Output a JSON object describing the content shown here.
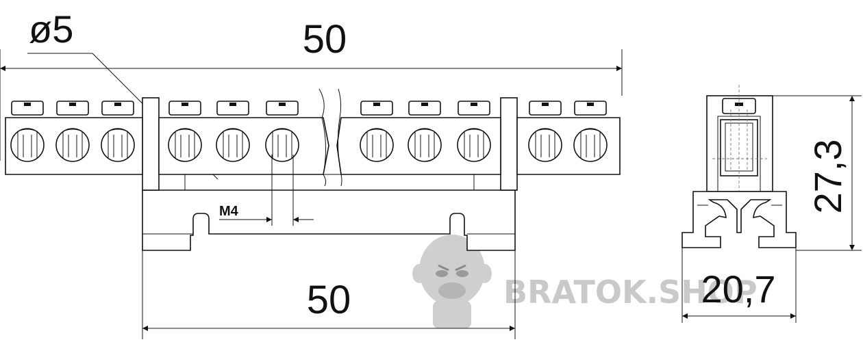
{
  "drawing": {
    "labels": {
      "hole_diameter": "ø5",
      "top_width": "50",
      "bottom_width": "50",
      "thread": "M4",
      "height": "27,3",
      "side_width": "20,7"
    },
    "terminal_count": 11,
    "colors": {
      "line": "#111111",
      "watermark": "#c9c9c9",
      "background": "#ffffff"
    }
  },
  "watermark": {
    "text": "BRATOK.SHOP",
    "icon": "gorilla-icon"
  }
}
